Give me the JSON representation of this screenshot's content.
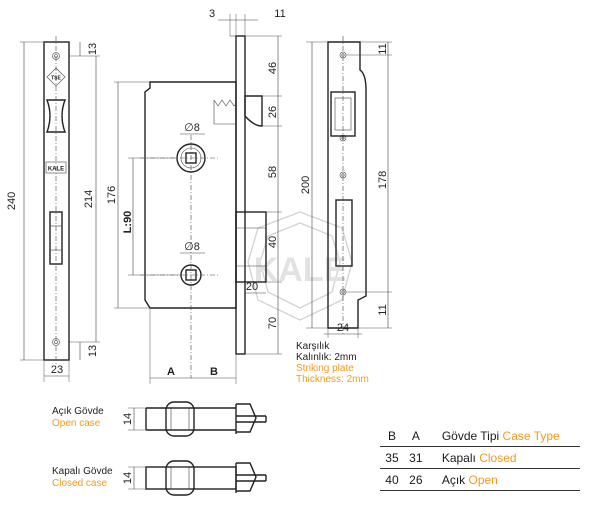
{
  "dimensions": {
    "faceplate_top": "13",
    "faceplate_bottom": "13",
    "faceplate_height": "240",
    "hole_spacing": "214",
    "faceplate_width": "23",
    "top_gap": "3",
    "faceplate_thickness": "11",
    "top_to_latch": "46",
    "latch_height": "26",
    "case_height": "176",
    "latch_to_square": "58",
    "center_distance": "L:90",
    "deadbolt_height": "40",
    "bottom_to_bolt": "70",
    "bolt_throw": "20",
    "spindle_top": "∅8",
    "spindle_bottom": "∅8",
    "case_depth_a": "A",
    "backset_b": "B",
    "strike_top": "11",
    "strike_bottom": "11",
    "strike_height": "200",
    "strike_spacing": "178",
    "strike_width": "24",
    "case_side_width": "14"
  },
  "strike_plate": {
    "label_tr": "Karşılık",
    "thickness_tr": "Kalınlık: 2mm",
    "label_en": "Striking plate",
    "thickness_en": "Thickness: 2mm"
  },
  "faceplate_badges": {
    "top": "TSE",
    "bottom": "KALE"
  },
  "watermark": "KALE",
  "case_open": {
    "label_tr": "Açık Gövde",
    "label_en": "Open case"
  },
  "case_closed": {
    "label_tr": "Kapalı Gövde",
    "label_en": "Closed case"
  },
  "spec_table": {
    "headers": {
      "b": "B",
      "a": "A",
      "type_tr": "Gövde Tipi",
      "type_en": "Case Type"
    },
    "rows": [
      {
        "b": "35",
        "a": "31",
        "type_tr": "Kapalı",
        "type_en": "Closed"
      },
      {
        "b": "40",
        "a": "26",
        "type_tr": "Açık",
        "type_en": "Open"
      }
    ]
  },
  "colors": {
    "accent": "#f39a1e",
    "line": "#222222",
    "watermark": "#d4d4d4"
  }
}
